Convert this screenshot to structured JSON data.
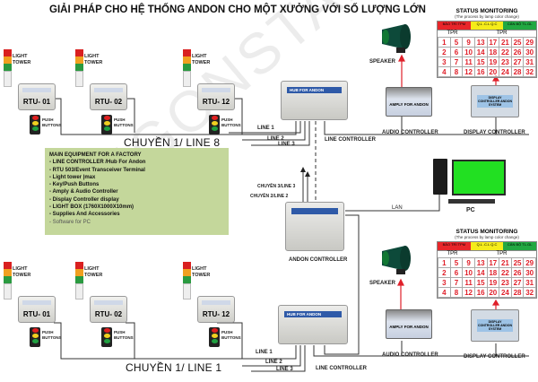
{
  "title": "GIẢI PHÁP CHO HỆ THỐNG ANDON  CHO MỘT XƯỞNG  VỚI SỐ LƯỢNG LỚN",
  "watermark": "SAIGONSTAR.COM",
  "light_tower_label": "LIGHT TOWER",
  "push_buttons_label": "PUSH BUTTONS",
  "top_line": {
    "title": "CHUYỀN 1/ LINE 8",
    "rtus": [
      "RTU- 01",
      "RTU- 02",
      "RTU- 12"
    ]
  },
  "bottom_line": {
    "title": "CHUYỀN 1/ LINE 1",
    "rtus": [
      "RTU- 01",
      "RTU- 02",
      "RTU- 12"
    ]
  },
  "line_labels": [
    "LINE 1",
    "LINE 2",
    "LINE 3"
  ],
  "hub_label": "HUB FOR ANDON",
  "line_controller": "LINE CONTROLLER",
  "audio_controller": "AUDIO CONTROLLER",
  "display_controller": "DISPLAY CONTROLLER",
  "amp_label": "AMPLY FOR ANDON",
  "display_box_label": "DISPLAY CONTROLLER ANDON SYSTEM",
  "speaker": "SPEAKER",
  "andon_controller": "ANDON CONTROLLER",
  "chuyen3": "CHUYỀN 3/LINE 3",
  "chuyen2": "CHUYỀN 2/LINE 2",
  "lan": "LAN",
  "pc": "PC",
  "status": {
    "title": "STATUS MONITORING",
    "subtitle": "(The process by lamp color change)",
    "legend": [
      {
        "text": "BẢO TRÌ TPM",
        "color": "#e8262a"
      },
      {
        "text": "Q.L .C.L Q.C",
        "color": "#f5ec1a"
      },
      {
        "text": "CÂN BỘ TL.GL",
        "color": "#22a842"
      }
    ],
    "tpr": [
      "TPR",
      "TPR"
    ],
    "rows": [
      [
        1,
        5,
        9,
        13,
        17,
        21,
        25,
        29
      ],
      [
        2,
        6,
        10,
        14,
        18,
        22,
        26,
        30
      ],
      [
        3,
        7,
        11,
        15,
        19,
        23,
        27,
        31
      ],
      [
        4,
        8,
        12,
        16,
        20,
        24,
        28,
        32
      ]
    ]
  },
  "equipment": {
    "title": "MAIN EQUIPMENT FOR A FACTORY",
    "items": [
      "- LINE CONTROLLER /Hub For Andon",
      "- RTU 503/Event Transceiver Terminal",
      "- Light tower |max",
      "- Key/Push Buttons",
      "- Amply & Audio Controller",
      "- Display Controller display",
      "- LIGHT BOX (1760X1000X10mm)",
      "- Supplies And Accessories"
    ],
    "software": "- Software for PC"
  },
  "colors": {
    "wire": "#333333",
    "signal": "#e0202a",
    "equipment_bg": "#c4d79b"
  }
}
